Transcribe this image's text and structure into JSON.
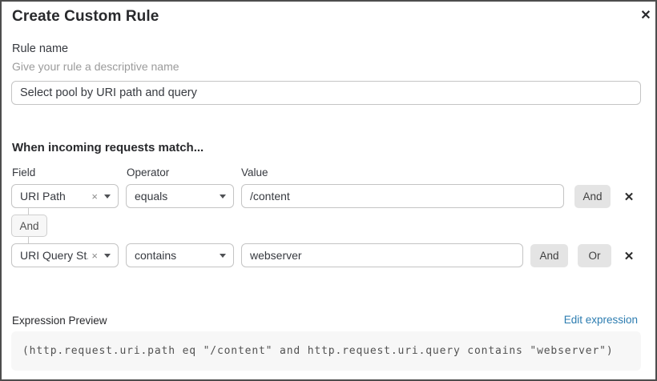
{
  "modal": {
    "title": "Create Custom Rule"
  },
  "icons": {
    "close": "✕",
    "clear": "×"
  },
  "rule_name": {
    "label": "Rule name",
    "helper": "Give your rule a descriptive name",
    "value": "Select pool by URI path and query"
  },
  "matcher": {
    "heading": "When incoming requests match...",
    "columns": {
      "field": "Field",
      "operator": "Operator",
      "value": "Value"
    },
    "rows": [
      {
        "field": "URI Path",
        "operator": "equals",
        "value": "/content",
        "buttons": [
          "And"
        ]
      },
      {
        "field": "URI Query St...",
        "operator": "contains",
        "value": "webserver",
        "buttons": [
          "And",
          "Or"
        ]
      }
    ],
    "connector": "And"
  },
  "expression": {
    "label": "Expression Preview",
    "edit_link": "Edit expression",
    "code": "(http.request.uri.path eq \"/content\" and http.request.uri.query contains \"webserver\")"
  },
  "colors": {
    "link_blue": "#2c7cb0",
    "button_gray": "#e4e4e4",
    "code_background": "#f7f7f7",
    "input_border": "#c4c4c4",
    "modal_border": "#4d4d4d"
  }
}
